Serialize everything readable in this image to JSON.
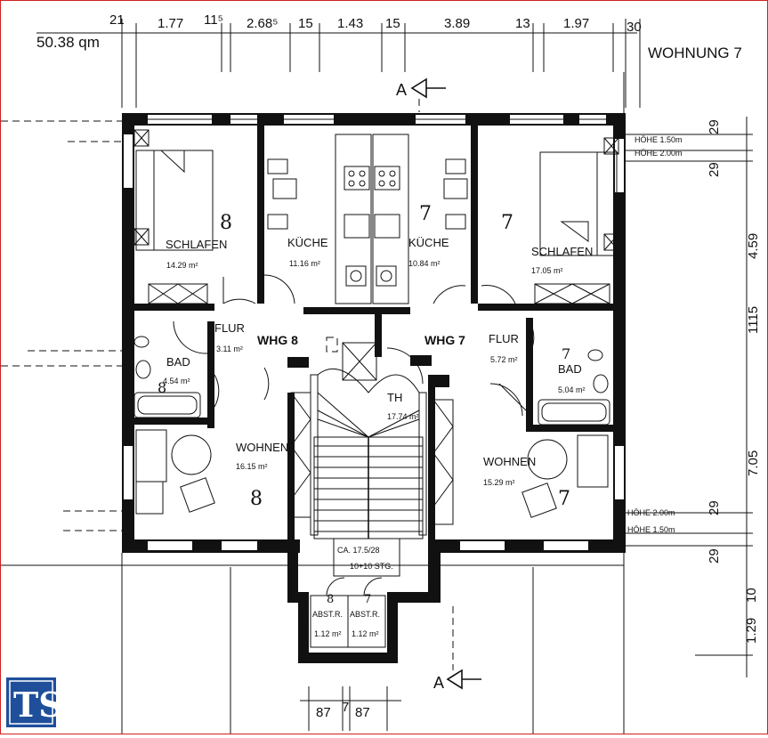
{
  "header": {
    "area_total": "50.38 qm",
    "unit_title": "WOHNUNG 7"
  },
  "top_dimensions": [
    "21",
    "1.77",
    "11⁵",
    "2.68⁵",
    "15",
    "1.43",
    "15",
    "3.89",
    "13",
    "1.97",
    "30"
  ],
  "right_dimensions": [
    "29",
    "29",
    "4.59",
    "1115",
    "7.05",
    "29",
    "29",
    "10",
    "1.29"
  ],
  "bottom_dimensions": [
    "87",
    "7",
    "87"
  ],
  "window_heights": {
    "top_1": "HÖHE 1.50m",
    "top_2": "HÖHE 2.00m",
    "bottom_1": "HÖHE 2.00m",
    "bottom_2": "HÖHE 1.50m"
  },
  "section_marks": {
    "top": "A",
    "bottom": "A"
  },
  "apartments": {
    "left_label": "WHG 8",
    "right_label": "WHG 7",
    "left_number": "8",
    "right_number": "7"
  },
  "rooms": [
    {
      "id": "schlafen-8",
      "name": "SCHLAFEN",
      "area": "14.29 m²",
      "mark": "8"
    },
    {
      "id": "kuche-8",
      "name": "KÜCHE",
      "area": "11.16 m²",
      "mark": ""
    },
    {
      "id": "kuche-7",
      "name": "KÜCHE",
      "area": "10.84 m²",
      "mark": "7"
    },
    {
      "id": "schlafen-7",
      "name": "SCHLAFEN",
      "area": "17.05 m²",
      "mark": "7"
    },
    {
      "id": "flur-8",
      "name": "FLUR",
      "area": "3.11 m²",
      "mark": ""
    },
    {
      "id": "flur-7",
      "name": "FLUR",
      "area": "5.72 m²",
      "mark": ""
    },
    {
      "id": "bad-8",
      "name": "BAD",
      "area": "4.54 m²",
      "mark": "8"
    },
    {
      "id": "bad-7",
      "name": "BAD",
      "area": "5.04 m²",
      "mark": "7"
    },
    {
      "id": "th",
      "name": "TH",
      "area": "17.74 m²",
      "mark": ""
    },
    {
      "id": "wohnen-8",
      "name": "WOHNEN",
      "area": "16.15 m²",
      "mark": "8"
    },
    {
      "id": "wohnen-7",
      "name": "WOHNEN",
      "area": "15.29 m²",
      "mark": "7"
    },
    {
      "id": "abstr-8",
      "name": "ABST.R.",
      "area": "1.12 m²",
      "mark": "8"
    },
    {
      "id": "abstr-7",
      "name": "ABST.R.",
      "area": "1.12 m²",
      "mark": "7"
    }
  ],
  "stair_note": {
    "line1": "CA. 17.5/28",
    "line2": "10+10 STG."
  },
  "logo": {
    "letters": "TS",
    "bg_color": "#1f4f9a"
  }
}
